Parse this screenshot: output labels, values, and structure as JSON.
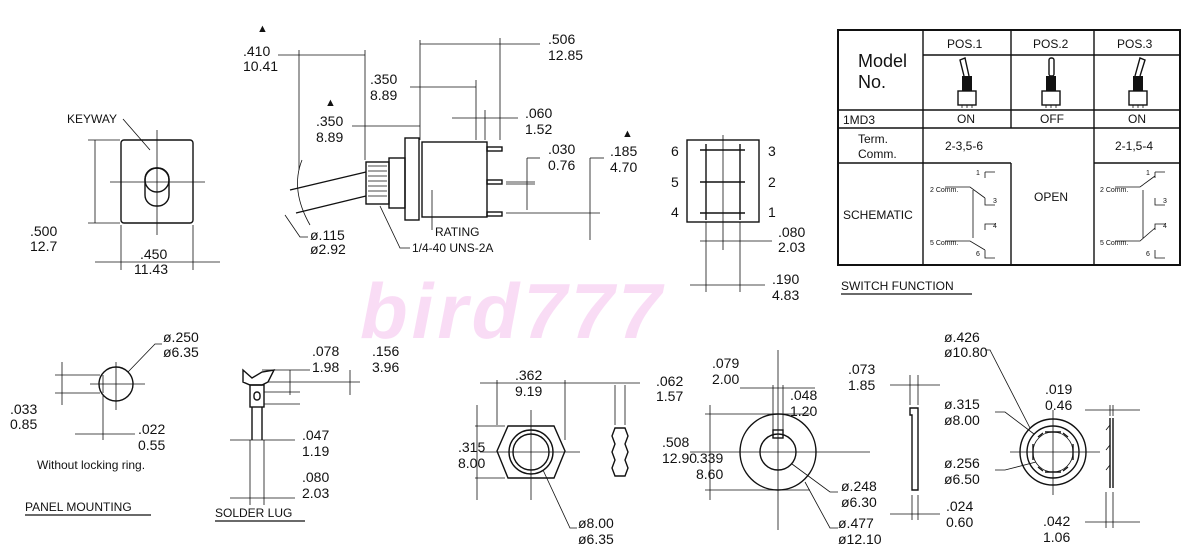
{
  "watermark": "bird777",
  "top_view": {
    "keyway": "KEYWAY",
    "height": [
      ".500",
      "12.7"
    ],
    "width": [
      ".450",
      "11.43"
    ]
  },
  "side_view": {
    "d410": [
      ".410",
      "10.41"
    ],
    "d350a": [
      ".350",
      "8.89"
    ],
    "d350b": [
      ".350",
      "8.89"
    ],
    "d506": [
      ".506",
      "12.85"
    ],
    "d060": [
      ".060",
      "1.52"
    ],
    "d030": [
      ".030",
      "0.76"
    ],
    "d185": [
      ".185",
      "4.70"
    ],
    "d115": [
      "ø.115",
      "ø2.92"
    ],
    "rating": "RATING",
    "thread": "1/4-40 UNS-2A",
    "marker": "▲"
  },
  "pin_view": {
    "left_pins": [
      "6",
      "5",
      "4"
    ],
    "right_pins": [
      "3",
      "2",
      "1"
    ],
    "d080": [
      ".080",
      "2.03"
    ],
    "d190": [
      ".190",
      "4.83"
    ]
  },
  "panel_mounting": {
    "title": "PANEL MOUNTING",
    "d250": [
      "ø.250",
      "ø6.35"
    ],
    "d033": [
      ".033",
      "0.85"
    ],
    "d022": [
      ".022",
      "0.55"
    ],
    "note": "Without locking ring."
  },
  "solder_lug": {
    "title": "SOLDER LUG",
    "d078": [
      ".078",
      "1.98"
    ],
    "d156": [
      ".156",
      "3.96"
    ],
    "d047": [
      ".047",
      "1.19"
    ],
    "d080": [
      ".080",
      "2.03"
    ]
  },
  "nut": {
    "d362": [
      ".362",
      "9.19"
    ],
    "d315": [
      ".315",
      "8.00"
    ],
    "d800": [
      "ø8.00",
      "ø6.35"
    ],
    "d062": [
      ".062",
      "1.57"
    ]
  },
  "washer": {
    "d079": [
      ".079",
      "2.00"
    ],
    "d048": [
      ".048",
      "1.20"
    ],
    "d508": [
      ".508",
      "12.90"
    ],
    "d339": [
      ".339",
      "8.60"
    ],
    "d248": [
      "ø.248",
      "ø6.30"
    ],
    "d477": [
      "ø.477",
      "ø12.10"
    ],
    "d073": [
      ".073",
      "1.85"
    ],
    "d024": [
      ".024",
      "0.60"
    ]
  },
  "lock_washer": {
    "d426": [
      "ø.426",
      "ø10.80"
    ],
    "d315": [
      "ø.315",
      "ø8.00"
    ],
    "d256": [
      "ø.256",
      "ø6.50"
    ],
    "d019": [
      ".019",
      "0.46"
    ],
    "d042": [
      ".042",
      "1.06"
    ]
  },
  "switch_function": {
    "title": "SWITCH FUNCTION",
    "model_label": [
      "Model",
      "No."
    ],
    "positions": [
      "POS.1",
      "POS.2",
      "POS.3"
    ],
    "model": "1MD3",
    "states": [
      "ON",
      "OFF",
      "ON"
    ],
    "term_label": [
      "Term.",
      "Comm."
    ],
    "term": [
      "2-3,5-6",
      "2-1,5-4"
    ],
    "schematic_label": "SCHEMATIC",
    "open": "OPEN",
    "schematic_text": {
      "t1": "1",
      "t2": "2 Comm.",
      "t3": "3",
      "t4": "4",
      "t5": "5 Comm.",
      "t6": "6"
    }
  }
}
